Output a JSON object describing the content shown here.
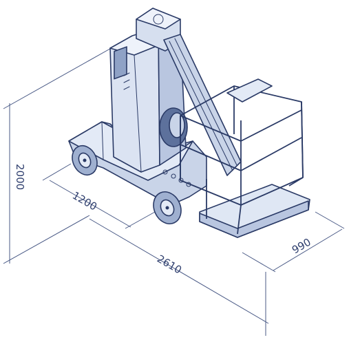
{
  "dimensions": {
    "height": "2000",
    "width": "1200",
    "length": "2610",
    "platform": "990"
  },
  "colors": {
    "line": "#2a3a66",
    "fill_light": "#dfe7f4",
    "fill_mid": "#c4d0e6",
    "fill_dark": "#9fb0d0"
  }
}
